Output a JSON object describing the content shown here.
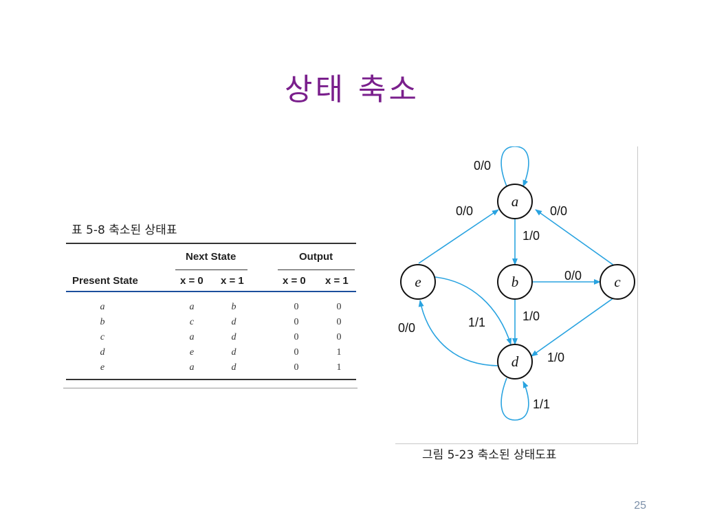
{
  "slide": {
    "title": "상태 축소",
    "page_number": "25"
  },
  "table": {
    "caption": "표 5-8  축소된 상태표",
    "header_present_state": "Present State",
    "header_next_state": "Next State",
    "header_output": "Output",
    "sub_headers": [
      "x = 0",
      "x = 1",
      "x = 0",
      "x = 1"
    ],
    "rows": [
      [
        "a",
        "a",
        "b",
        "0",
        "0"
      ],
      [
        "b",
        "c",
        "d",
        "0",
        "0"
      ],
      [
        "c",
        "a",
        "d",
        "0",
        "0"
      ],
      [
        "d",
        "e",
        "d",
        "0",
        "1"
      ],
      [
        "e",
        "a",
        "d",
        "0",
        "1"
      ]
    ]
  },
  "diagram": {
    "caption": "그림 5-23  축소된 상태도표",
    "edge_color": "#29a3e0",
    "states": [
      "a",
      "b",
      "c",
      "d",
      "e"
    ],
    "edge_labels": {
      "a_self": "0/0",
      "e_to_a": "0/0",
      "c_to_a": "0/0",
      "a_to_b": "1/0",
      "b_to_c": "0/0",
      "b_to_d": "1/0",
      "e_to_d": "1/1",
      "d_to_e": "0/0",
      "c_to_d": "1/0",
      "d_self": "1/1"
    }
  }
}
